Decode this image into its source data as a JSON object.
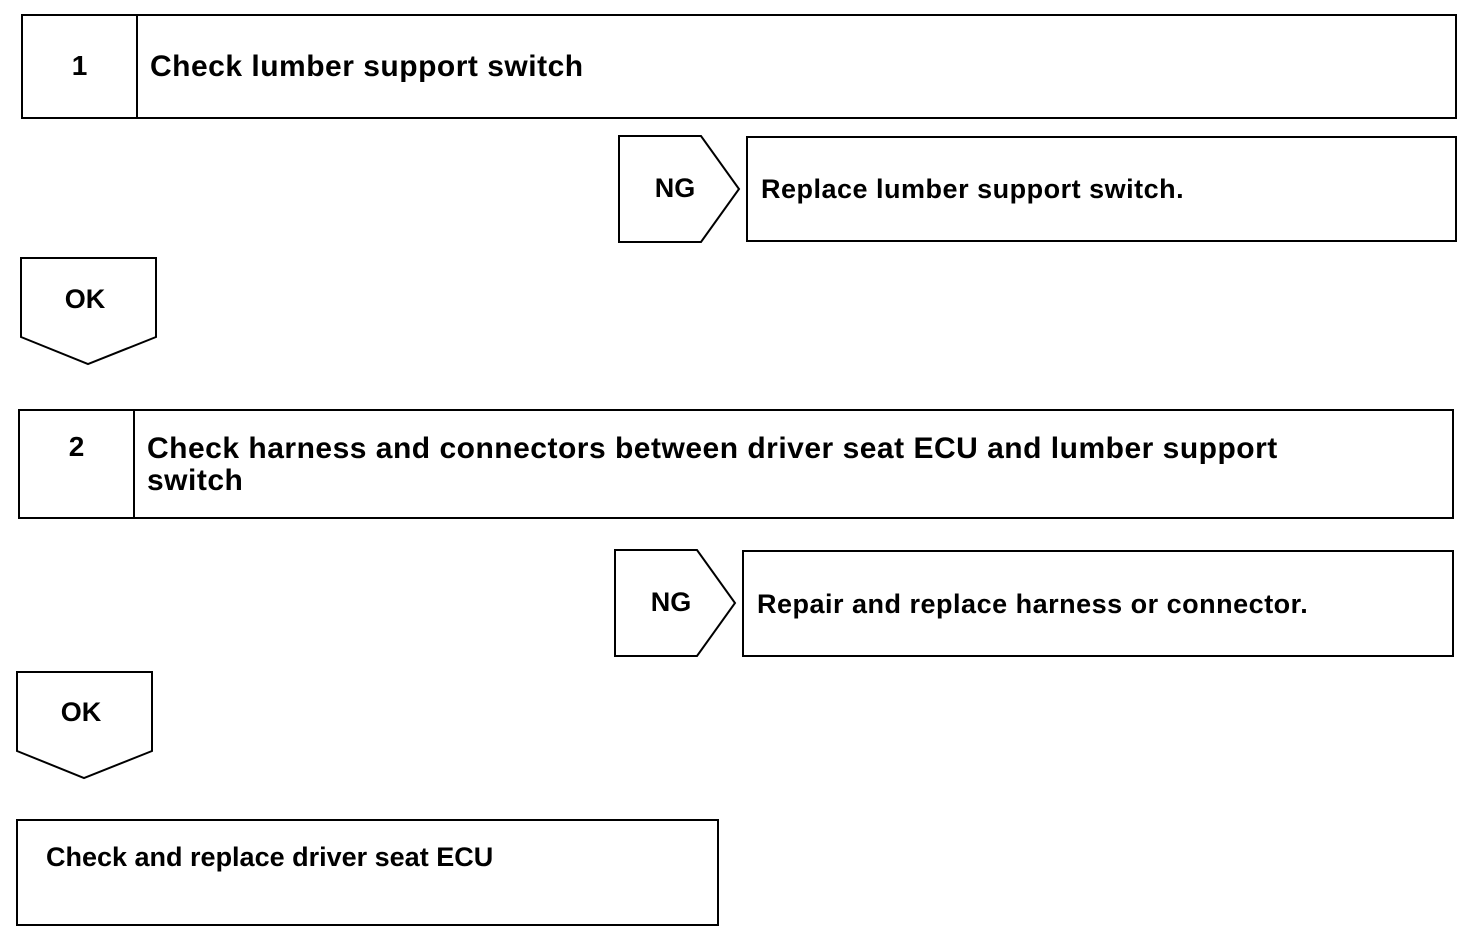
{
  "steps": [
    {
      "number": "1",
      "title": "Check lumber support switch",
      "ng_label": "NG",
      "ng_action": "Replace lumber support switch.",
      "ok_label": "OK"
    },
    {
      "number": "2",
      "title_line1": "Check harness and connectors between driver seat ECU and lumber support",
      "title_line2": "switch",
      "ng_label": "NG",
      "ng_action": "Repair and replace harness or connector.",
      "ok_label": "OK"
    }
  ],
  "final_action": "Check and replace driver seat ECU"
}
